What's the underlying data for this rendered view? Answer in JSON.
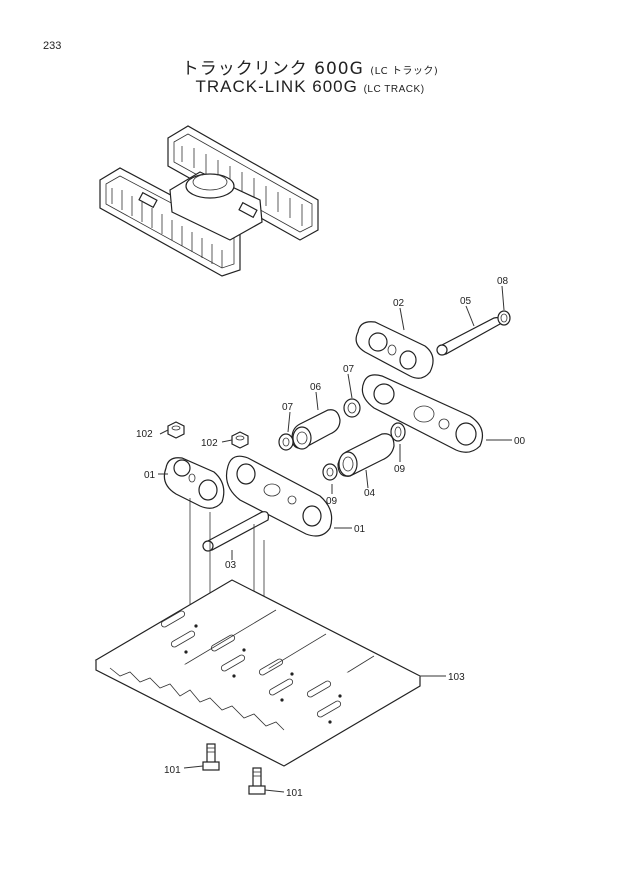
{
  "page": {
    "number": "233"
  },
  "title": {
    "jp_main": "トラックリンク 600G",
    "jp_sub": "(LC トラック)",
    "en_main": "TRACK-LINK 600G",
    "en_sub": "(LC TRACK)"
  },
  "callouts": [
    {
      "id": "c08",
      "text": "08"
    },
    {
      "id": "c02",
      "text": "02"
    },
    {
      "id": "c05",
      "text": "05"
    },
    {
      "id": "c07a",
      "text": "07"
    },
    {
      "id": "c06",
      "text": "06"
    },
    {
      "id": "c07b",
      "text": "07"
    },
    {
      "id": "c00",
      "text": "00"
    },
    {
      "id": "c09a",
      "text": "09"
    },
    {
      "id": "c04",
      "text": "04"
    },
    {
      "id": "c102a",
      "text": "102"
    },
    {
      "id": "c102b",
      "text": "102"
    },
    {
      "id": "c01a",
      "text": "01"
    },
    {
      "id": "c09b",
      "text": "09"
    },
    {
      "id": "c01b",
      "text": "01"
    },
    {
      "id": "c03",
      "text": "03"
    },
    {
      "id": "c103",
      "text": "103"
    },
    {
      "id": "c101a",
      "text": "101"
    },
    {
      "id": "c101b",
      "text": "101"
    }
  ]
}
